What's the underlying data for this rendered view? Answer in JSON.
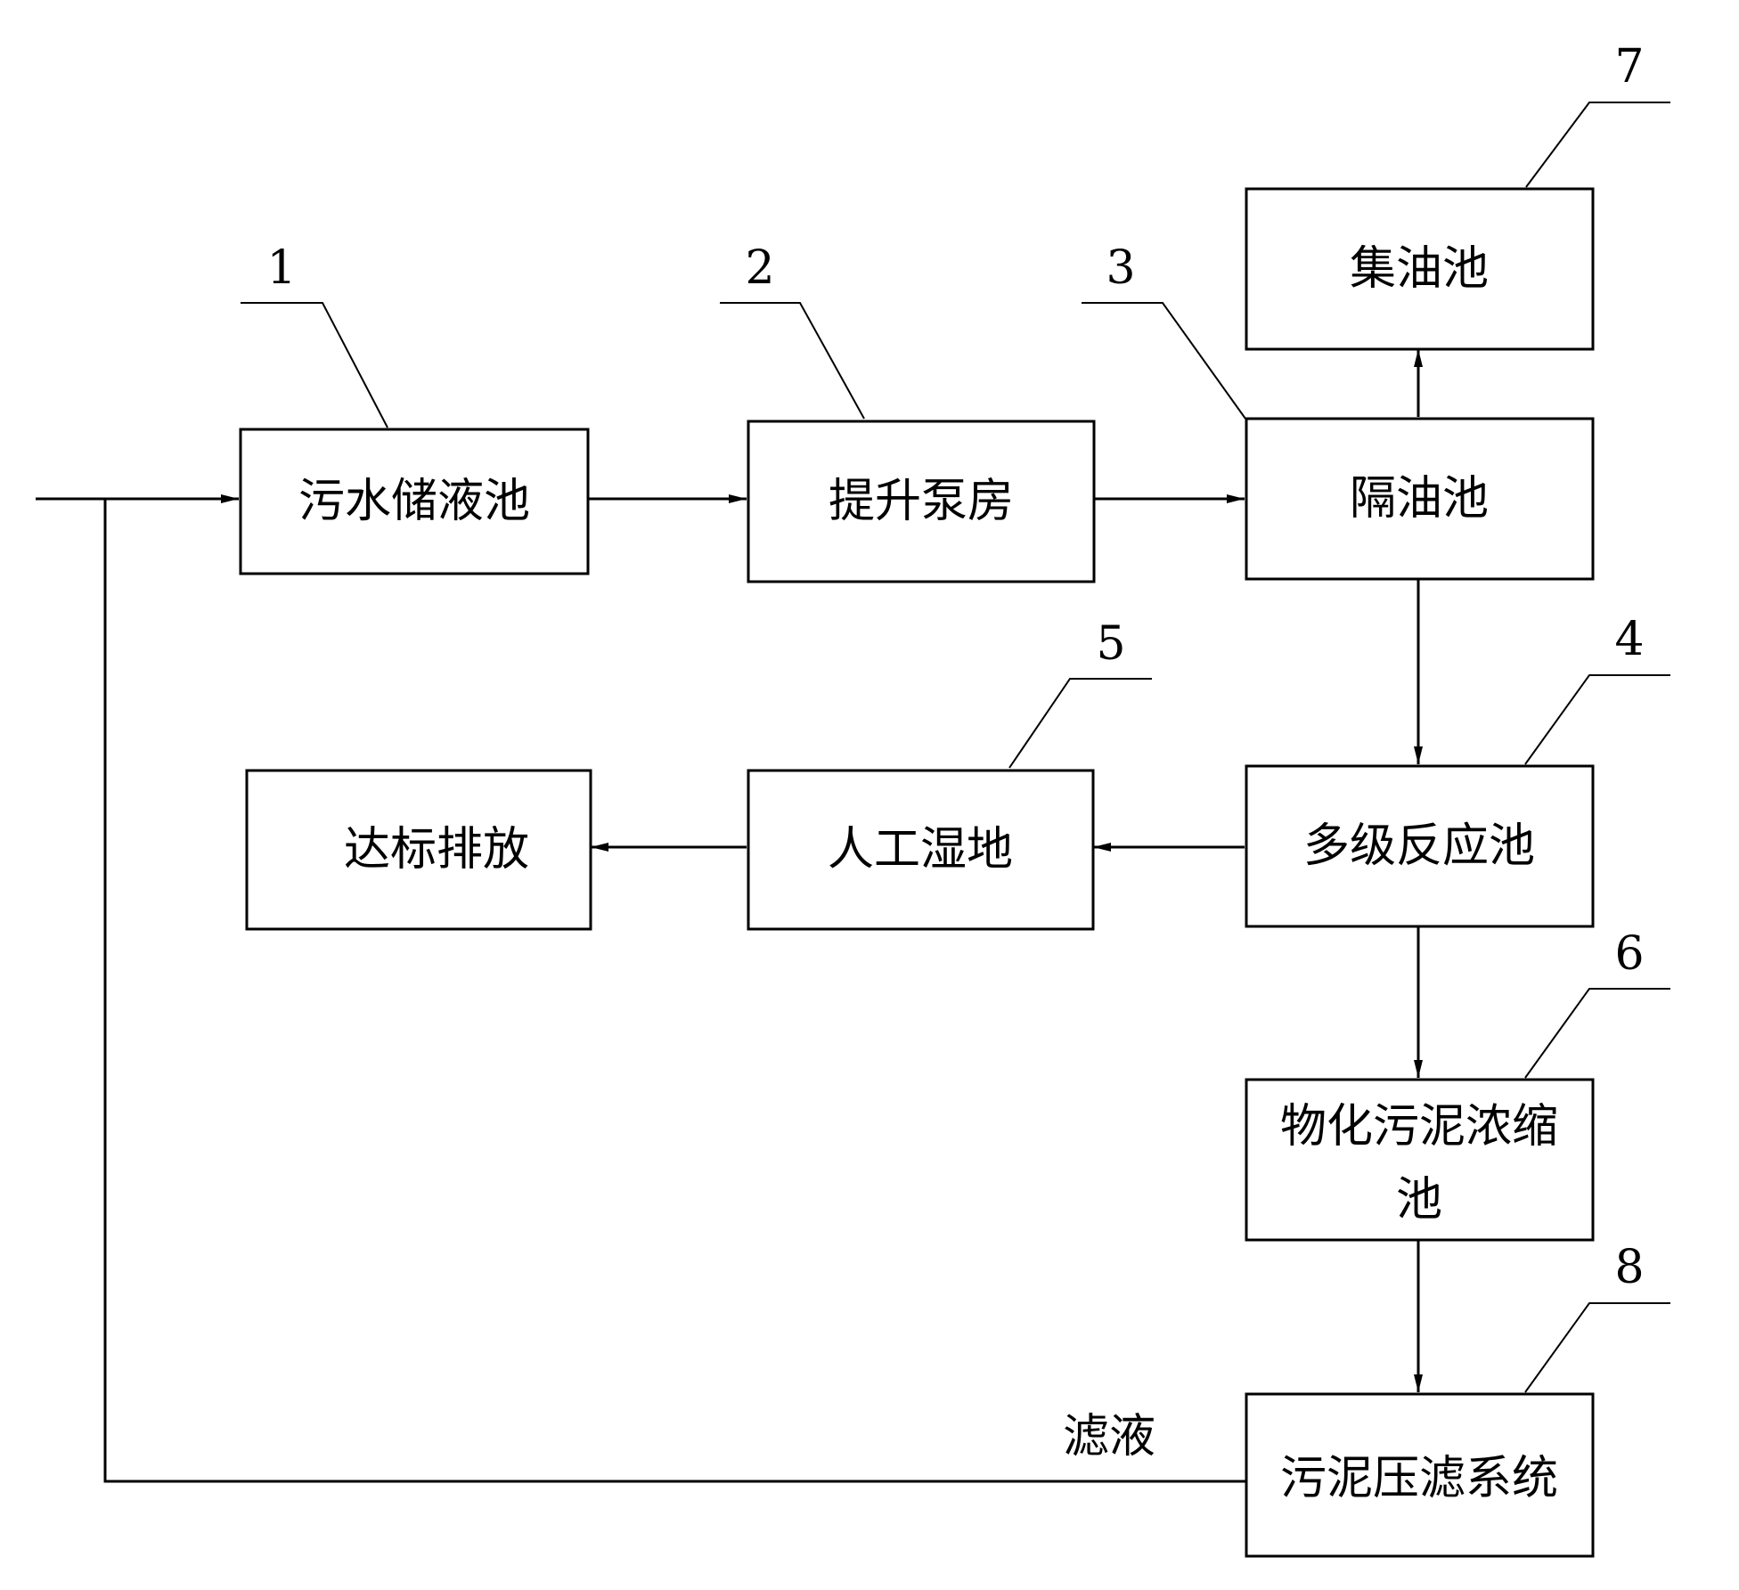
{
  "nodes": {
    "sewage_storage_tank": {
      "label": "污水储液池",
      "ref": "1"
    },
    "lift_pump_house": {
      "label": "提升泵房",
      "ref": "2"
    },
    "oil_separation_tank": {
      "label": "隔油池",
      "ref": "3"
    },
    "multistage_reaction_tank": {
      "label": "多级反应池",
      "ref": "4"
    },
    "constructed_wetland": {
      "label": "人工湿地",
      "ref": "5"
    },
    "sludge_thickening_tank": {
      "label_line1": "物化污泥浓缩",
      "label_line2": "池",
      "ref": "6"
    },
    "oil_collection_tank": {
      "label": "集油池",
      "ref": "7"
    },
    "sludge_filter_press": {
      "label": "污泥压滤系统",
      "ref": "8"
    },
    "discharge": {
      "label": "达标排放"
    }
  },
  "edges": {
    "filtrate_label": "滤液"
  }
}
